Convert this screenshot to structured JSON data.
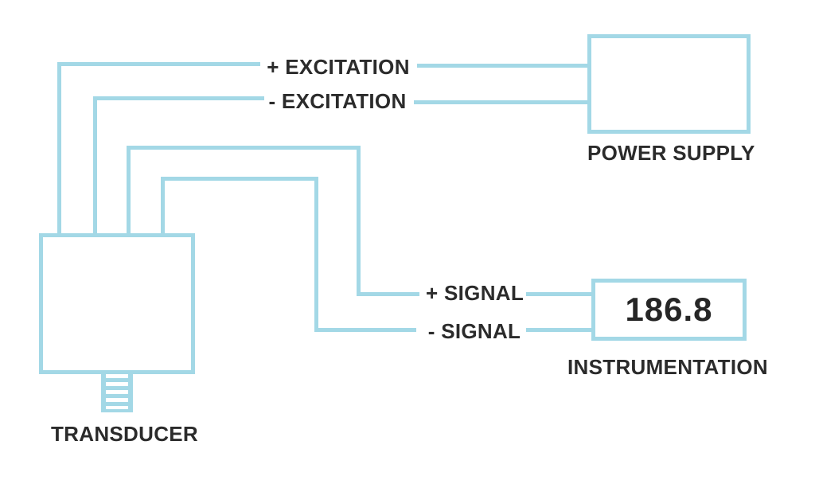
{
  "diagram": {
    "labels": {
      "excitation_pos": "+ EXCITATION",
      "excitation_neg": "- EXCITATION",
      "signal_pos": "+ SIGNAL",
      "signal_neg": "- SIGNAL",
      "power_supply": "POWER SUPPLY",
      "instrumentation": "INSTRUMENTATION",
      "transducer": "TRANSDUCER",
      "reading_value": "186.8"
    },
    "colors": {
      "wire": "#a3d8e6",
      "text": "#2b2b2b",
      "background": "#ffffff"
    },
    "components": [
      "TRANSDUCER",
      "POWER SUPPLY",
      "INSTRUMENTATION"
    ],
    "connections": [
      {
        "from": "TRANSDUCER",
        "to": "POWER SUPPLY",
        "label": "+ EXCITATION"
      },
      {
        "from": "TRANSDUCER",
        "to": "POWER SUPPLY",
        "label": "- EXCITATION"
      },
      {
        "from": "TRANSDUCER",
        "to": "INSTRUMENTATION",
        "label": "+ SIGNAL"
      },
      {
        "from": "TRANSDUCER",
        "to": "INSTRUMENTATION",
        "label": "- SIGNAL"
      }
    ]
  }
}
